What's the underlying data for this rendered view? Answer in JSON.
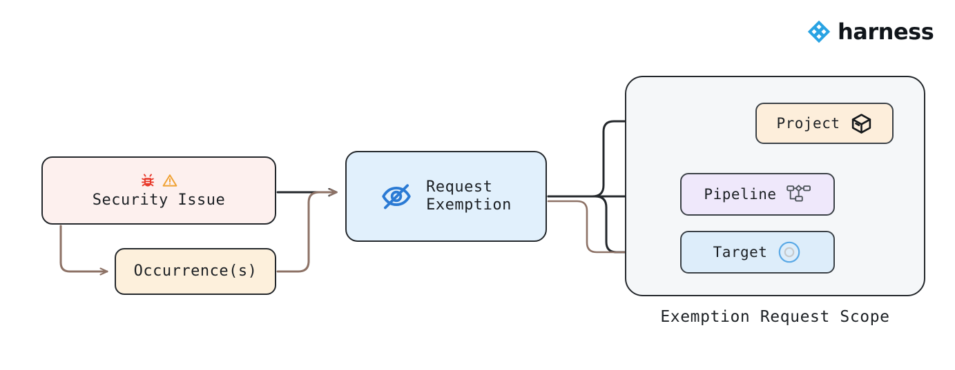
{
  "brand": {
    "name": "harness",
    "logo_icon": "harness-diamond-logo-icon",
    "logo_color": "#29a3e3",
    "text_color": "#10151a"
  },
  "diagram": {
    "type": "flow-diagram",
    "title_label": "Exemption Request Scope",
    "nodes": [
      {
        "id": "security-issue",
        "label": "Security Issue",
        "fill": "#fdf0ee",
        "border": "#23272b",
        "icons": [
          "bug-icon",
          "warning-triangle-icon"
        ],
        "icon_colors": [
          "#e8392a",
          "#f0a132"
        ]
      },
      {
        "id": "occurrences",
        "label": "Occurrence(s)",
        "fill": "#fdf0dc",
        "border": "#23272b",
        "icons": []
      },
      {
        "id": "request-exemption",
        "label": "Request\nExemption",
        "label_line1": "Request",
        "label_line2": "Exemption",
        "fill": "#e1f0fc",
        "border": "#23272b",
        "icons": [
          "eye-off-icon"
        ],
        "icon_colors": [
          "#2a7ad4"
        ]
      },
      {
        "id": "project",
        "label": "Project",
        "fill": "#fdeedb",
        "border": "#3a4046",
        "icons": [
          "cube-icon"
        ],
        "icon_colors": [
          "#15181b"
        ]
      },
      {
        "id": "pipeline",
        "label": "Pipeline",
        "fill": "#efe8fb",
        "border": "#3a4046",
        "icons": [
          "pipeline-nodes-icon"
        ],
        "icon_colors": [
          "#4c5359"
        ]
      },
      {
        "id": "target",
        "label": "Target",
        "fill": "#ddedfa",
        "border": "#3a4046",
        "icons": [
          "target-circle-icon"
        ],
        "icon_colors": [
          "#5aa9e6",
          "#c5c9cc"
        ]
      }
    ],
    "group": {
      "id": "exemption-request-scope",
      "label": "Exemption Request Scope",
      "fill": "#f5f7f9",
      "border": "#23272b",
      "members": [
        "project",
        "pipeline",
        "target"
      ]
    },
    "edges": [
      {
        "from": "security-issue",
        "to": "request-exemption",
        "color": "#23272b"
      },
      {
        "from": "security-issue",
        "to": "occurrences",
        "color": "#8d7266"
      },
      {
        "from": "occurrences",
        "to": "request-exemption",
        "color": "#8d7266"
      },
      {
        "from": "request-exemption",
        "to": "project",
        "color": "#23272b"
      },
      {
        "from": "request-exemption",
        "to": "pipeline",
        "color": "#23272b"
      },
      {
        "from": "request-exemption",
        "to": "target",
        "color": "#23272b"
      },
      {
        "from": "request-exemption",
        "to": "target",
        "color": "#8d7266"
      },
      {
        "from": "project",
        "to": "pipeline",
        "color": "#23272b"
      },
      {
        "from": "project",
        "to": "target",
        "color": "#23272b"
      }
    ]
  }
}
